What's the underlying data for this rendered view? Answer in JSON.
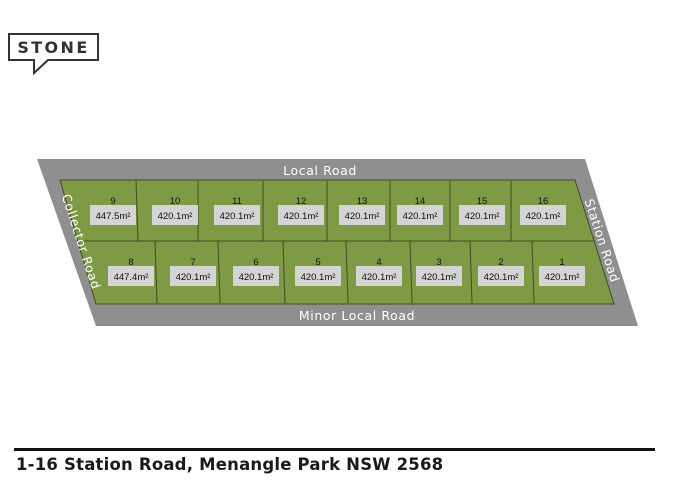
{
  "brand": {
    "name": "STONE"
  },
  "roads": {
    "top": "Local Road",
    "bottom": "Minor Local Road",
    "left": "Collector Road",
    "right": "Station Road"
  },
  "lots": {
    "top_row": [
      {
        "number": "9",
        "area": "447.5m²"
      },
      {
        "number": "10",
        "area": "420.1m²"
      },
      {
        "number": "11",
        "area": "420.1m²"
      },
      {
        "number": "12",
        "area": "420.1m²"
      },
      {
        "number": "13",
        "area": "420.1m²"
      },
      {
        "number": "14",
        "area": "420.1m²"
      },
      {
        "number": "15",
        "area": "420.1m²"
      },
      {
        "number": "16",
        "area": "420.1m²"
      }
    ],
    "bottom_row": [
      {
        "number": "8",
        "area": "447.4m²"
      },
      {
        "number": "7",
        "area": "420.1m²"
      },
      {
        "number": "6",
        "area": "420.1m²"
      },
      {
        "number": "5",
        "area": "420.1m²"
      },
      {
        "number": "4",
        "area": "420.1m²"
      },
      {
        "number": "3",
        "area": "420.1m²"
      },
      {
        "number": "2",
        "area": "420.1m²"
      },
      {
        "number": "1",
        "area": "420.1m²"
      }
    ]
  },
  "colors": {
    "road": "#8f8f8f",
    "lot_fill": "#7f9a44",
    "lot_border": "#3d4d22",
    "label_box": "#d4d4d4"
  },
  "address": "1-16 Station Road, Menangle Park NSW 2568"
}
